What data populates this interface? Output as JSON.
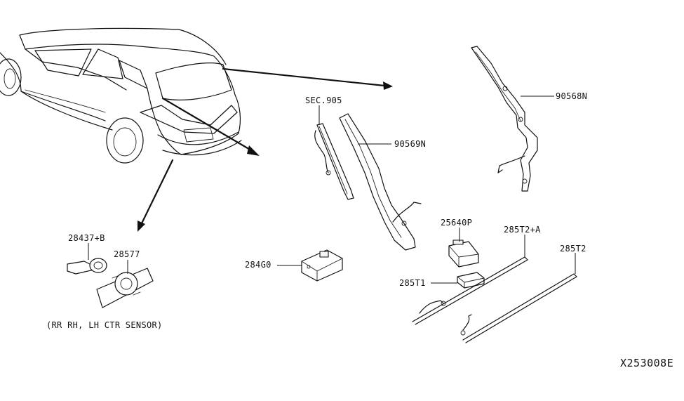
{
  "labels": {
    "sec905": "SEC.905",
    "p90568n": "90568N",
    "p90569n": "90569N",
    "p25640p": "25640P",
    "p285t2a": "285T2+A",
    "p285t2": "285T2",
    "p284g0": "284G0",
    "p285t1": "285T1",
    "p28437b": "28437+B",
    "p28577": "28577",
    "sensor_note": "(RR RH, LH CTR SENSOR)"
  },
  "diagram_code": "X253008E"
}
